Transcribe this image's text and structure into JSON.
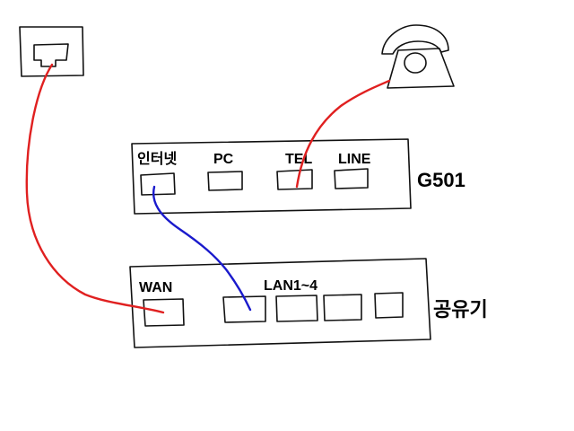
{
  "devices": {
    "modem": {
      "name": "G501",
      "ports": [
        "인터넷",
        "PC",
        "TEL",
        "LINE"
      ]
    },
    "router": {
      "name": "공유기",
      "port_wan": "WAN",
      "port_lan": "LAN1~4"
    }
  },
  "cables": {
    "wall_to_wan_color": "#e02020",
    "tel_to_phone_color": "#e02020",
    "internet_to_lan_color": "#1a1acc"
  }
}
